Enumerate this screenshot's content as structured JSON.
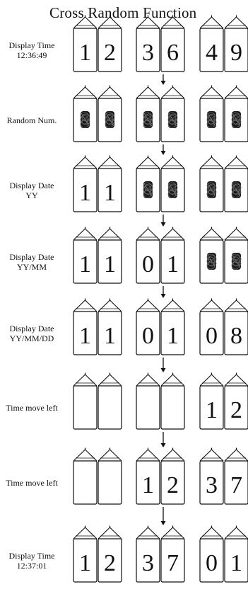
{
  "title": "Cross Random Function",
  "steps": [
    {
      "label_line1": "Display Time",
      "label_line2": "12:36:49",
      "digits": [
        "1",
        "2",
        "3",
        "6",
        "4",
        "9"
      ]
    },
    {
      "label_line1": "Random Num.",
      "label_line2": "",
      "digits": [
        "#",
        "#",
        "#",
        "#",
        "#",
        "#"
      ]
    },
    {
      "label_line1": "Display Date",
      "label_line2": "YY",
      "digits": [
        "1",
        "1",
        "#",
        "#",
        "#",
        "#"
      ]
    },
    {
      "label_line1": "Display Date",
      "label_line2": "YY/MM",
      "digits": [
        "1",
        "1",
        "0",
        "1",
        "#",
        "#"
      ]
    },
    {
      "label_line1": "Display Date",
      "label_line2": "YY/MM/DD",
      "digits": [
        "1",
        "1",
        "0",
        "1",
        "0",
        "8"
      ]
    },
    {
      "label_line1": "Time move left",
      "label_line2": "",
      "digits": [
        "",
        "",
        "",
        "",
        "1",
        "2"
      ]
    },
    {
      "label_line1": "Time move left",
      "label_line2": "",
      "digits": [
        "",
        "",
        "1",
        "2",
        "3",
        "7"
      ]
    },
    {
      "label_line1": "Display Time",
      "label_line2": "12:37:01",
      "digits": [
        "1",
        "2",
        "3",
        "7",
        "0",
        "1"
      ]
    }
  ],
  "colors": {
    "ink": "#111111",
    "tube_fill": "#ffffff",
    "scramble": "#1a1a1a"
  },
  "icons": {
    "arrow": "down-arrow-icon",
    "tube": "nixie-tube-icon",
    "scramble": "scrambled-digit-icon"
  }
}
